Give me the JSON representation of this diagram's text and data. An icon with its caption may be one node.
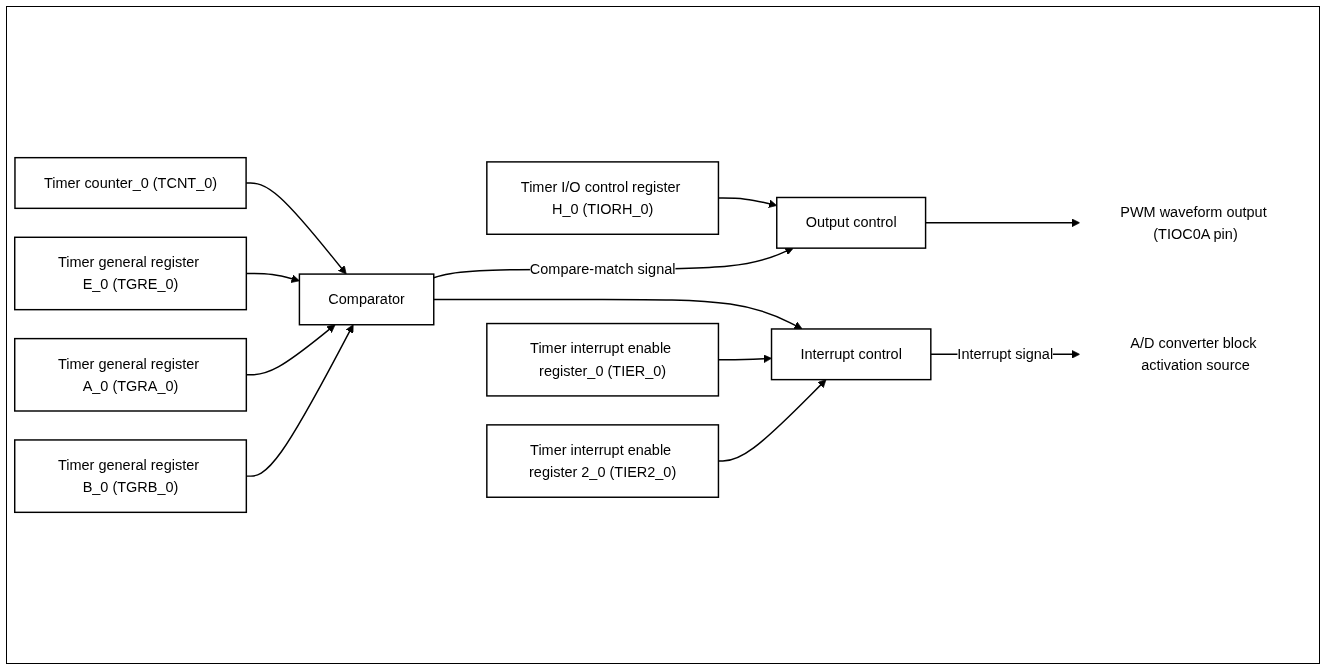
{
  "diagram": {
    "nodes": [
      {
        "text": [
          "Timer counter_0 (TCNT_0)"
        ]
      },
      {
        "text": [
          "Timer general register E_0 (TGRE_0)"
        ]
      },
      {
        "text": [
          "Timer I/O control register H_0 (TIORH_0)"
        ]
      },
      {
        "text": [
          "Output control"
        ]
      },
      {
        "text": [
          "Comparator"
        ]
      },
      {
        "text": [
          "PWM waveform output (TIOC0A pin)"
        ]
      },
      {
        "text": [
          "Timer general register A_0 (TGRA_0)"
        ]
      },
      {
        "text": [
          "Timer general register B_0 (TGRB_0)"
        ]
      },
      {
        "text": [
          "Timer interrupt enable register_0 (TIER_0)"
        ]
      },
      {
        "text": [
          "Interrupt control"
        ]
      },
      {
        "text": [
          "Timer interrupt enable register 2_0 (TIER2_0)"
        ]
      },
      {
        "text": [
          "A/D converter block activation source"
        ]
      }
    ],
    "edges": [
      {
        "from": 0,
        "to": 4,
        "arrow": "to"
      },
      {
        "from": 1,
        "to": 4,
        "arrow": "to"
      },
      {
        "from": 6,
        "to": 4,
        "arrow": "to"
      },
      {
        "from": 7,
        "to": 4,
        "arrow": "to"
      },
      {
        "from": 2,
        "to": 3,
        "arrow": "to"
      },
      {
        "from": 4,
        "to": 3,
        "arrow": "to",
        "label": "Compare-match signal"
      },
      {
        "from": 4,
        "to": 9,
        "arrow": "to"
      },
      {
        "from": 3,
        "to": 5,
        "arrow": "to"
      },
      {
        "from": 8,
        "to": 9,
        "arrow": "to"
      },
      {
        "from": 10,
        "to": 9,
        "arrow": "to"
      },
      {
        "from": 9,
        "to": 11,
        "arrow": "to",
        "label": "Interrupt signal"
      }
    ]
  }
}
